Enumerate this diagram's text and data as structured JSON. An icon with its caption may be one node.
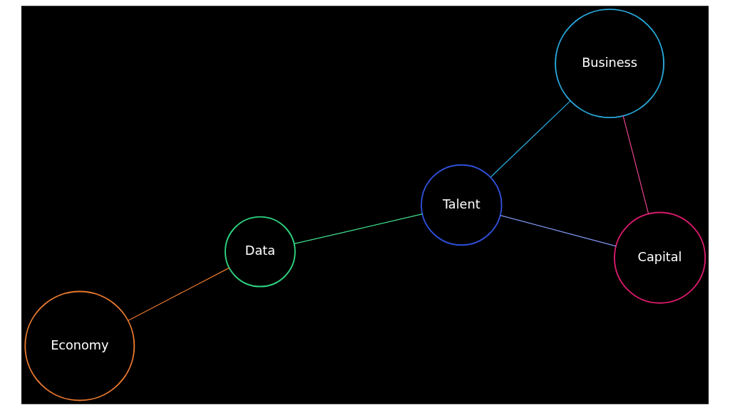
{
  "diagram": {
    "nodes": [
      {
        "text": [
          "Talent"
        ]
      },
      {
        "text": [
          "Capital"
        ]
      },
      {
        "text": [
          "Economy"
        ]
      },
      {
        "text": [
          "Data"
        ]
      },
      {
        "text": [
          "Business"
        ]
      }
    ],
    "edges": [
      {
        "from": 0,
        "to": 1,
        "arrow": "none",
        "color": "#7f95f0"
      },
      {
        "from": 1,
        "to": 4,
        "arrow": "none",
        "color": "#e0408a"
      },
      {
        "from": 0,
        "to": 4,
        "arrow": "none",
        "color": "#29a9dc"
      },
      {
        "from": 0,
        "to": 3,
        "arrow": "none",
        "color": "#3fdc8c"
      },
      {
        "from": 3,
        "to": 2,
        "arrow": "none",
        "color": "#e8782f"
      }
    ]
  }
}
